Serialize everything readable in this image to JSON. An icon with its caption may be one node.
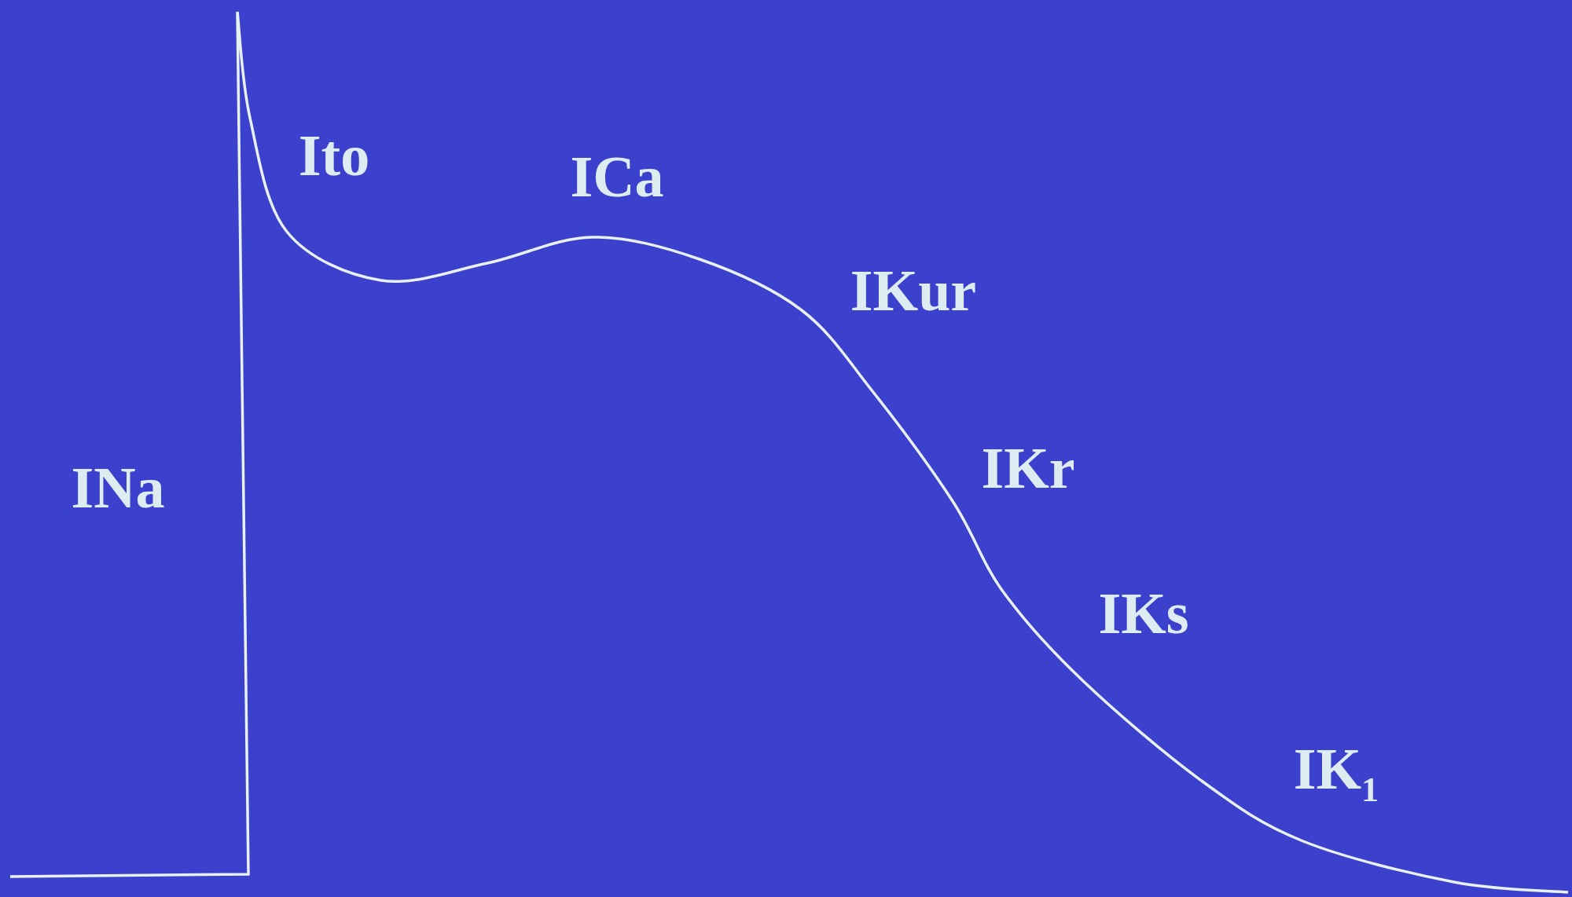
{
  "diagram": {
    "labels": [
      "Ito",
      "ICa",
      "IKur",
      "INa",
      "IKr",
      "IKs",
      "IK$_{1}$"
    ]
  }
}
